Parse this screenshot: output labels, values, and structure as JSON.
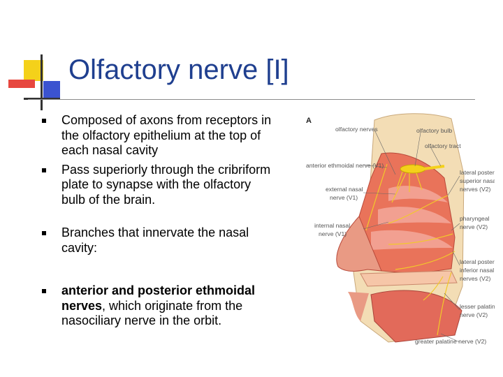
{
  "slide": {
    "title": "Olfactory nerve [I]",
    "accent_colors": {
      "yellow": "#f4d11a",
      "red": "#e7473f",
      "blue": "#3b53d0",
      "title": "#1f3f8f"
    }
  },
  "bullets": [
    {
      "text": "Composed of axons from receptors in the olfactory epithelium at the top of each nasal cavity"
    },
    {
      "text": "Pass superiorly through the cribriform plate to synapse with the olfactory bulb of the brain."
    },
    {
      "text": "Branches that innervate the nasal cavity:"
    },
    {
      "bold": "anterior and posterior ethmoidal nerves",
      "text": ", which originate from the nasociliary nerve in the orbit."
    }
  ],
  "figure": {
    "panel": "A",
    "labels": {
      "olfactory_nerves": "olfactory nerves",
      "olfactory_bulb": "olfactory bulb",
      "olfactory_tract": "olfactory tract",
      "anterior_ethmoidal": "anterior ethmoidal nerve (V1)",
      "external_nasal_1": "external nasal",
      "external_nasal_2": "nerve (V1)",
      "internal_nasal_1": "internal nasal",
      "internal_nasal_2": "nerve (V1)",
      "lateral_posterior_superior_1": "lateral posterior",
      "lateral_posterior_superior_2": "superior nasal",
      "lateral_posterior_superior_3": "nerves (V2)",
      "pharyngeal_1": "pharyngeal",
      "pharyngeal_2": "nerve (V2)",
      "lateral_posterior_inferior_1": "lateral posterior",
      "lateral_posterior_inferior_2": "inferior nasal",
      "lateral_posterior_inferior_3": "nerves (V2)",
      "lesser_palatine_1": "lesser palatine",
      "lesser_palatine_2": "nerve (V2)",
      "greater_palatine": "greater palatine nerve (V2)"
    }
  }
}
